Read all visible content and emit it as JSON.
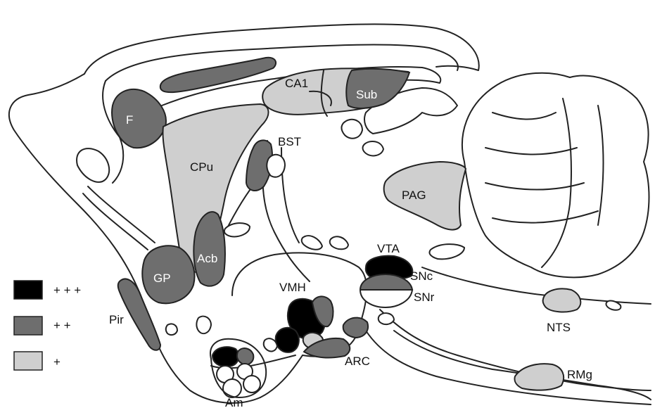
{
  "colors": {
    "strong": "#000000",
    "moderate": "#6e6e6e",
    "weak": "#cfcfcf",
    "outline": "#222222",
    "background": "#ffffff"
  },
  "legend": [
    {
      "key": "strong",
      "text": "+ + +"
    },
    {
      "key": "moderate",
      "text": "+ +"
    },
    {
      "key": "weak",
      "text": "+"
    }
  ],
  "regions": {
    "F": "F",
    "CPu": "CPu",
    "CA1": "CA1",
    "Sub": "Sub",
    "BST": "BST",
    "PAG": "PAG",
    "Acb": "Acb",
    "GP": "GP",
    "VTA": "VTA",
    "SNc": "SNc",
    "SNr": "SNr",
    "VMH": "VMH",
    "Pir": "Pir",
    "NTS": "NTS",
    "ARC": "ARC",
    "RMg": "RMg",
    "Am": "Am"
  }
}
